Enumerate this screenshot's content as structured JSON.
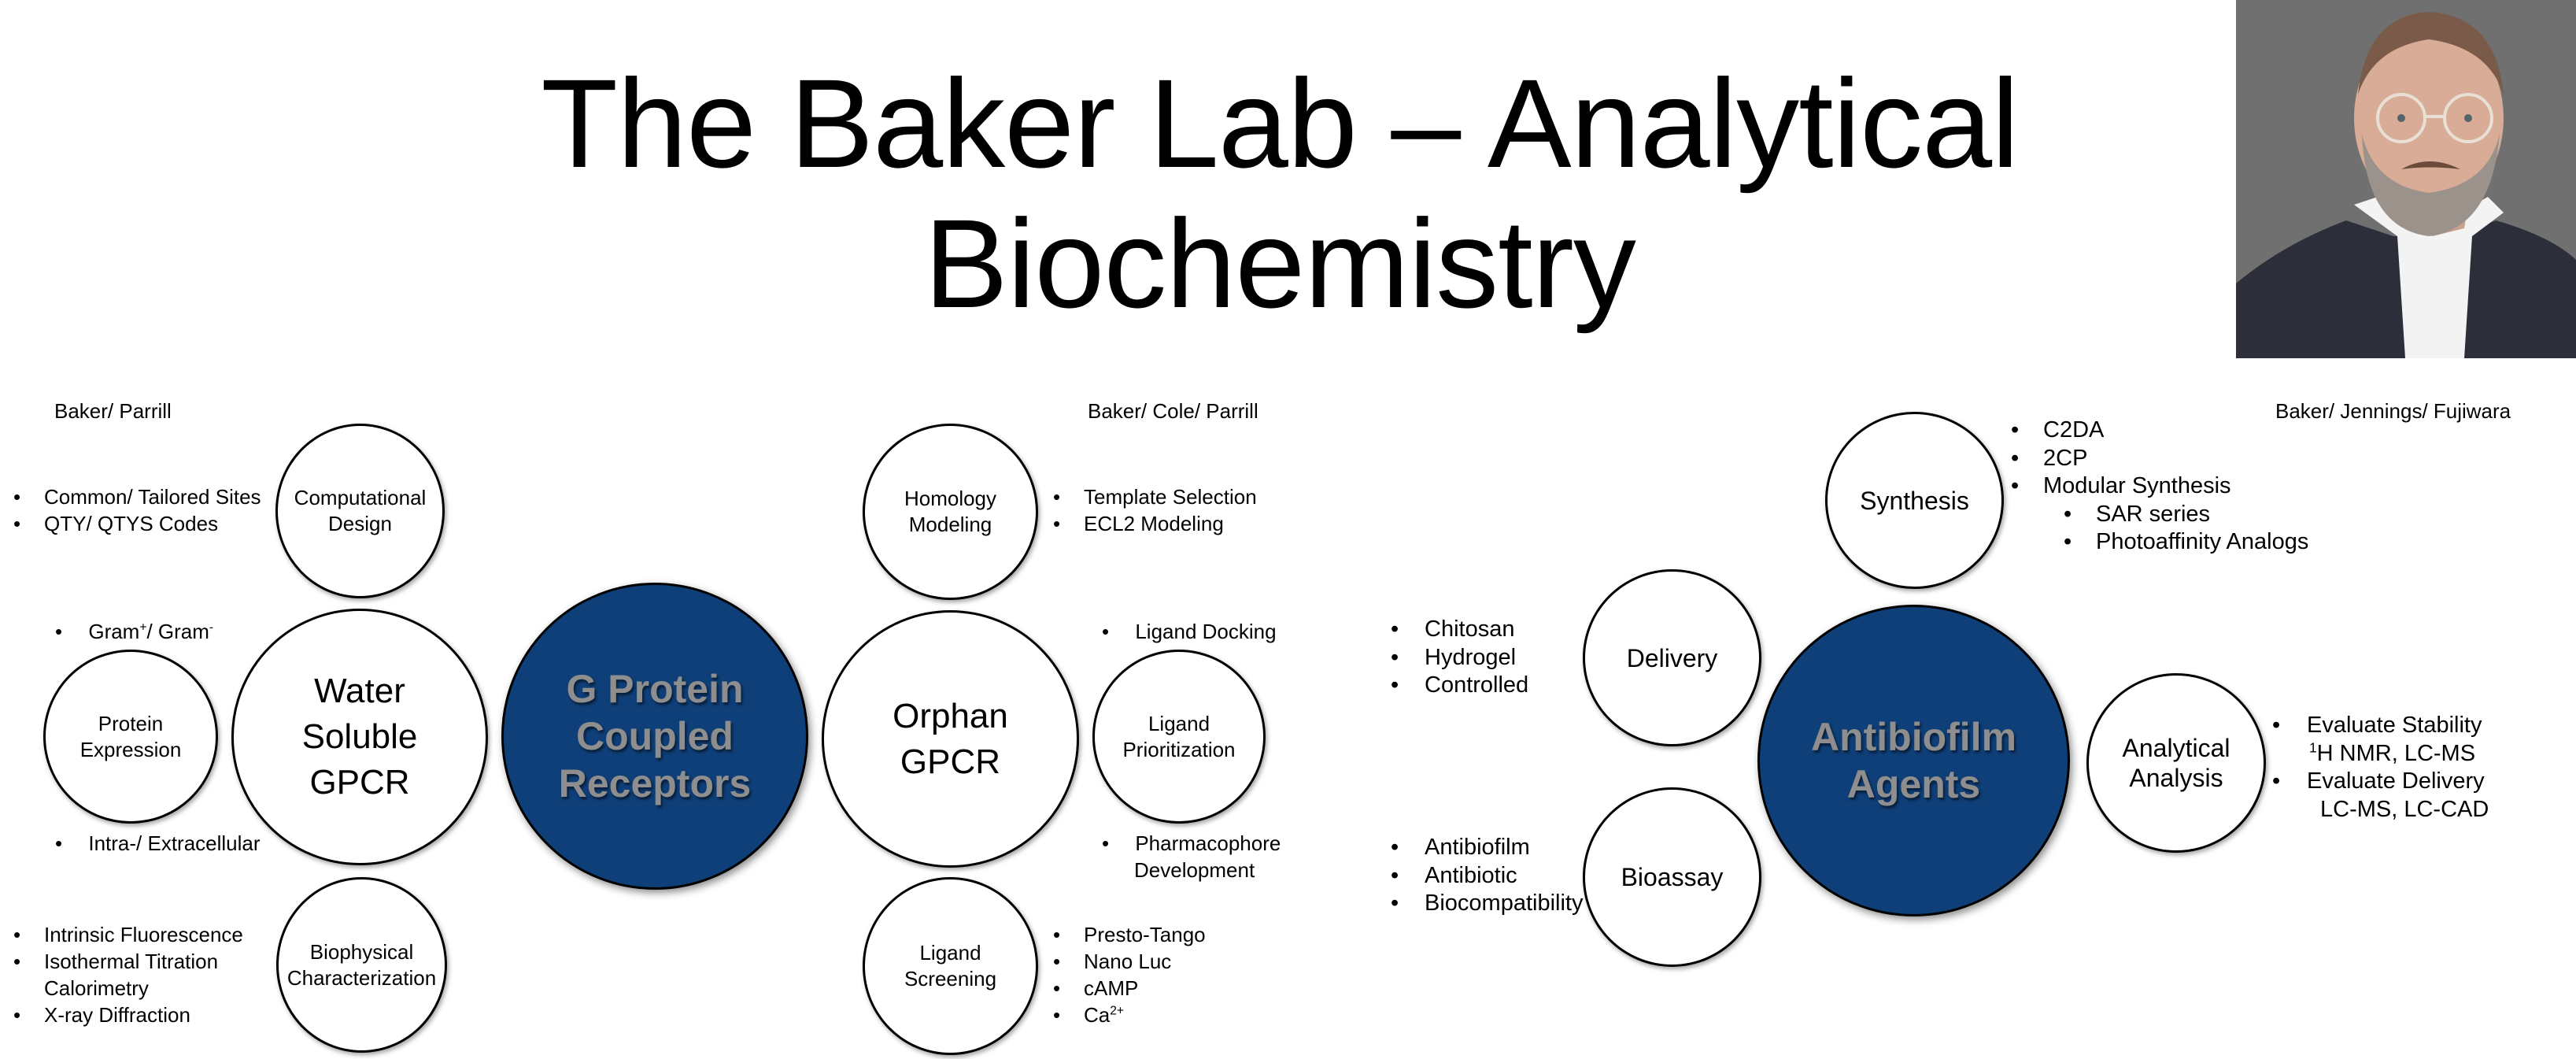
{
  "title": {
    "line1": "The Baker Lab – Analytical",
    "line2": "Biochemistry"
  },
  "photo": {
    "alt": "Portrait of a bearded man with clear-rimmed glasses, dark plaid blazer and white shirt on gray background"
  },
  "colors": {
    "hub_fill": "#0f3f79",
    "hub_text": "#8e8e8e",
    "outline": "#000000",
    "background": "#ffffff"
  },
  "gpcr_section": {
    "credit_left": "Baker/ Parrill",
    "credit_right": "Baker/ Cole/ Parrill",
    "hub": "G Protein\nCoupled\nReceptors",
    "water_soluble": {
      "label": "Water\nSoluble\nGPCR",
      "computational_design": {
        "label": "Computational\nDesign",
        "bullets": [
          "Common/ Tailored Sites",
          "QTY/ QTYS Codes"
        ]
      },
      "protein_expression": {
        "label": "Protein\nExpression",
        "bullet_top": {
          "text": "Gram",
          "sup1": "+",
          "mid": "/ Gram",
          "sup2": "-"
        },
        "bullet_bottom": "Intra-/ Extracellular"
      },
      "biophysical": {
        "label": "Biophysical\nCharacterization",
        "bullets": [
          "Intrinsic Fluorescence",
          "Isothermal Titration",
          "Calorimetry",
          "X-ray Diffraction"
        ]
      }
    },
    "orphan": {
      "label": "Orphan\nGPCR",
      "homology_modeling": {
        "label": "Homology\nModeling",
        "bullets": [
          "Template Selection",
          "ECL2 Modeling"
        ]
      },
      "ligand_prioritization": {
        "label": "Ligand\nPrioritization",
        "bullet_top": "Ligand Docking",
        "bullet_bottom_1": "Pharmacophore",
        "bullet_bottom_2": "Development"
      },
      "ligand_screening": {
        "label": "Ligand\nScreening",
        "bullets": [
          "Presto-Tango",
          "Nano Luc",
          "cAMP"
        ],
        "last_bullet": {
          "text": "Ca",
          "sup": "2+"
        }
      }
    }
  },
  "antibiofilm_section": {
    "credit": "Baker/ Jennings/ Fujiwara",
    "hub": "Antibiofilm\nAgents",
    "synthesis": {
      "label": "Synthesis",
      "bullets": [
        "C2DA",
        "2CP",
        "Modular Synthesis"
      ],
      "sub_bullets": [
        "SAR series",
        "Photoaffinity Analogs"
      ]
    },
    "delivery": {
      "label": "Delivery",
      "bullets": [
        "Chitosan",
        "Hydrogel",
        "Controlled"
      ]
    },
    "bioassay": {
      "label": "Bioassay",
      "bullets": [
        "Antibiofilm",
        "Antibiotic",
        "Biocompatibility"
      ]
    },
    "analytical": {
      "label": "Analytical\nAnalysis",
      "bullet1": "Evaluate Stability",
      "bullet1_detail": {
        "sup": "1",
        "text": "H NMR, LC-MS"
      },
      "bullet2": "Evaluate Delivery",
      "bullet2_detail": "LC-MS, LC-CAD"
    }
  },
  "bullet_glyph": "•"
}
